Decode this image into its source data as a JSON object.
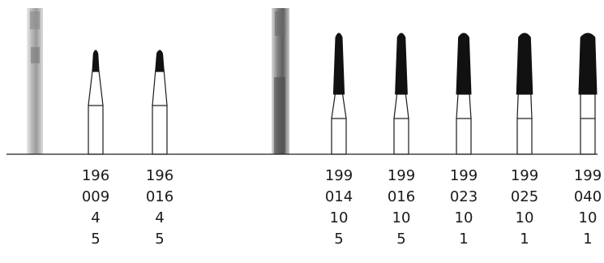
{
  "columns": [
    {
      "lines": [
        "196",
        "009",
        "4",
        "5"
      ],
      "tip": "narrow",
      "size": 0.35
    },
    {
      "lines": [
        "196",
        "016",
        "4",
        "5"
      ],
      "tip": "narrow",
      "size": 0.55
    },
    {
      "lines": [
        "199",
        "014",
        "10",
        "5"
      ],
      "tip": "long",
      "size": 0.45
    },
    {
      "lines": [
        "199",
        "016",
        "10",
        "5"
      ],
      "tip": "long",
      "size": 0.55
    },
    {
      "lines": [
        "199",
        "023",
        "10",
        "1"
      ],
      "tip": "long",
      "size": 0.75
    },
    {
      "lines": [
        "199",
        "025",
        "10",
        "1"
      ],
      "tip": "long",
      "size": 0.85
    },
    {
      "lines": [
        "199",
        "040",
        "10",
        "1"
      ],
      "tip": "long",
      "size": 1.0
    }
  ]
}
